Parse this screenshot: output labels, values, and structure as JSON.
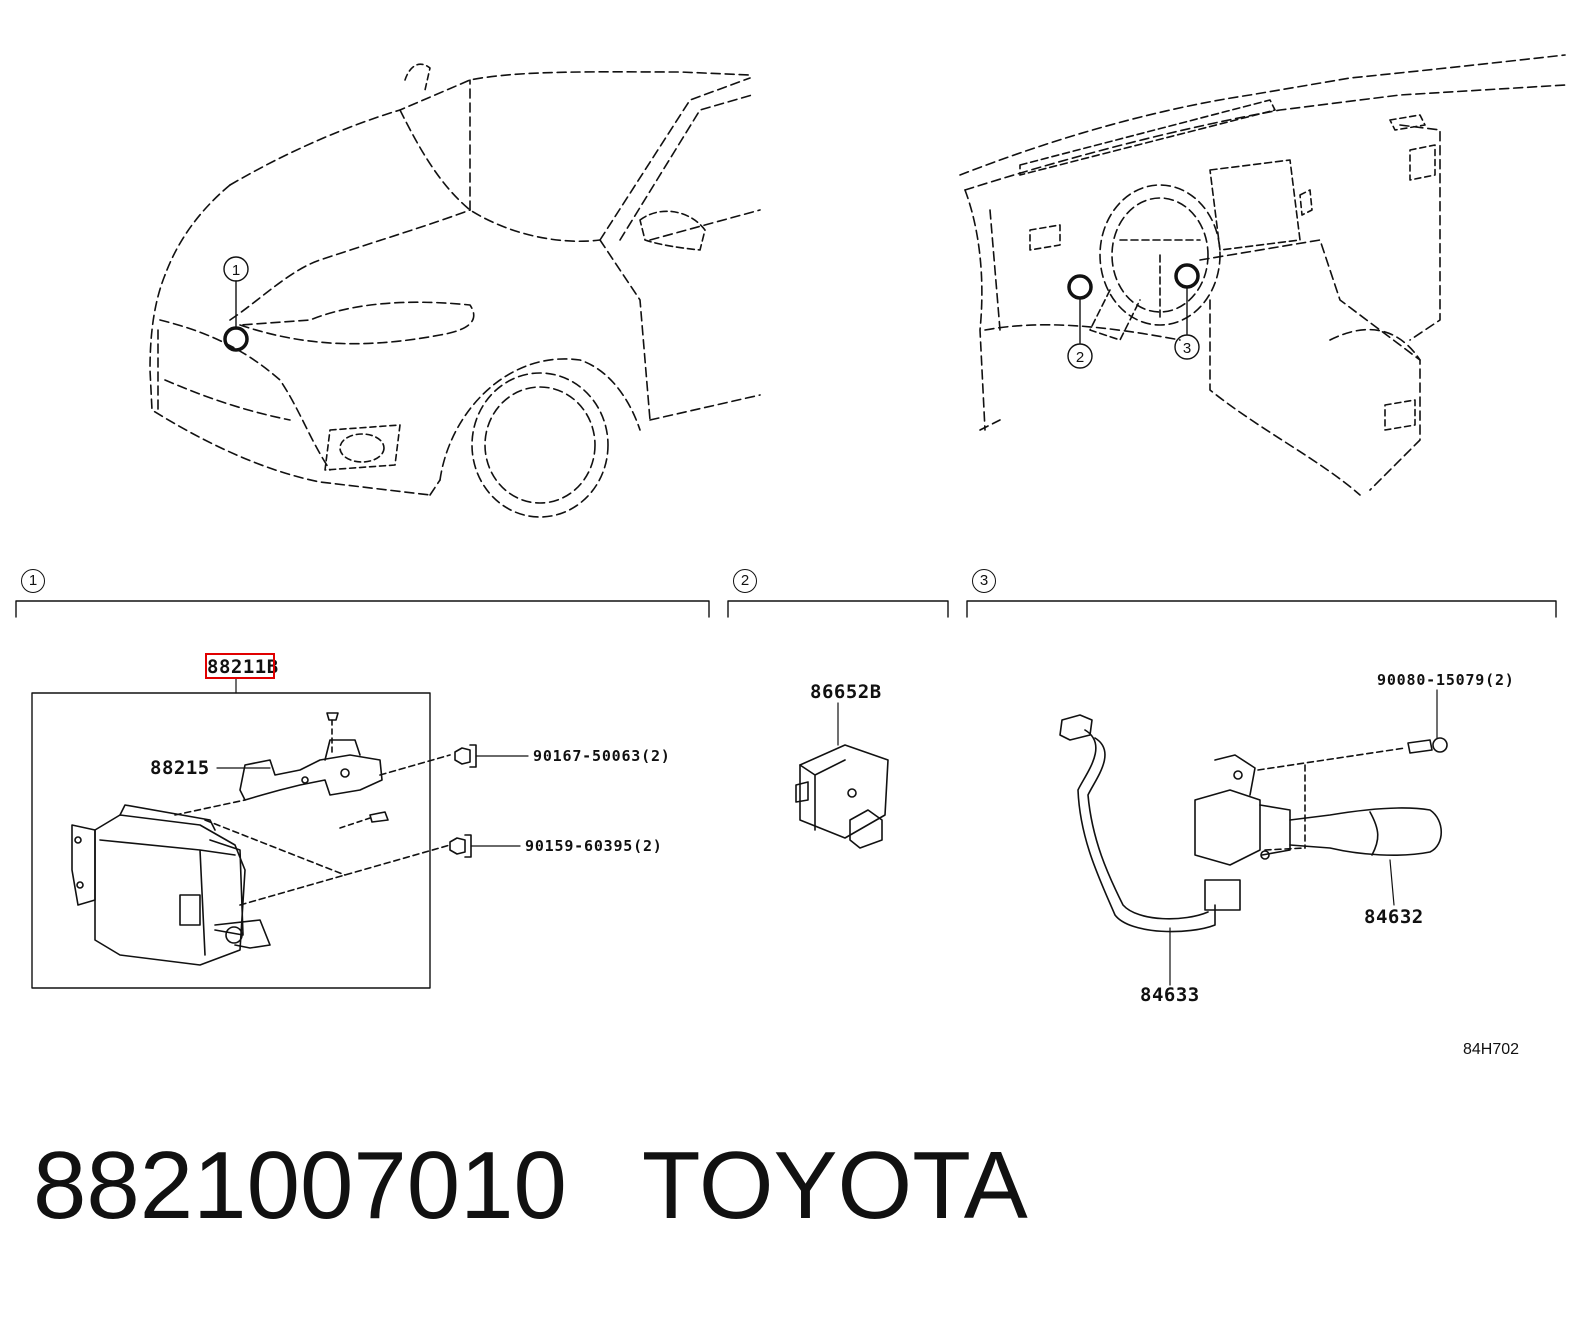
{
  "callouts": [
    "1",
    "2",
    "3"
  ],
  "sections": [
    {
      "number": "1"
    },
    {
      "number": "2"
    },
    {
      "number": "3"
    }
  ],
  "parts": {
    "main_unit": "88211B",
    "bracket": "88215",
    "bolt_1": "90167-50063(2)",
    "bolt_2": "90159-60395(2)",
    "module_2": "86652B",
    "screw_3": "90080-15079(2)",
    "switch": "84632",
    "harness": "84633"
  },
  "diagram_code": "84H702",
  "footer": {
    "part_number": "8821007010",
    "brand": "TOYOTA"
  },
  "highlight_color": "#e00000"
}
